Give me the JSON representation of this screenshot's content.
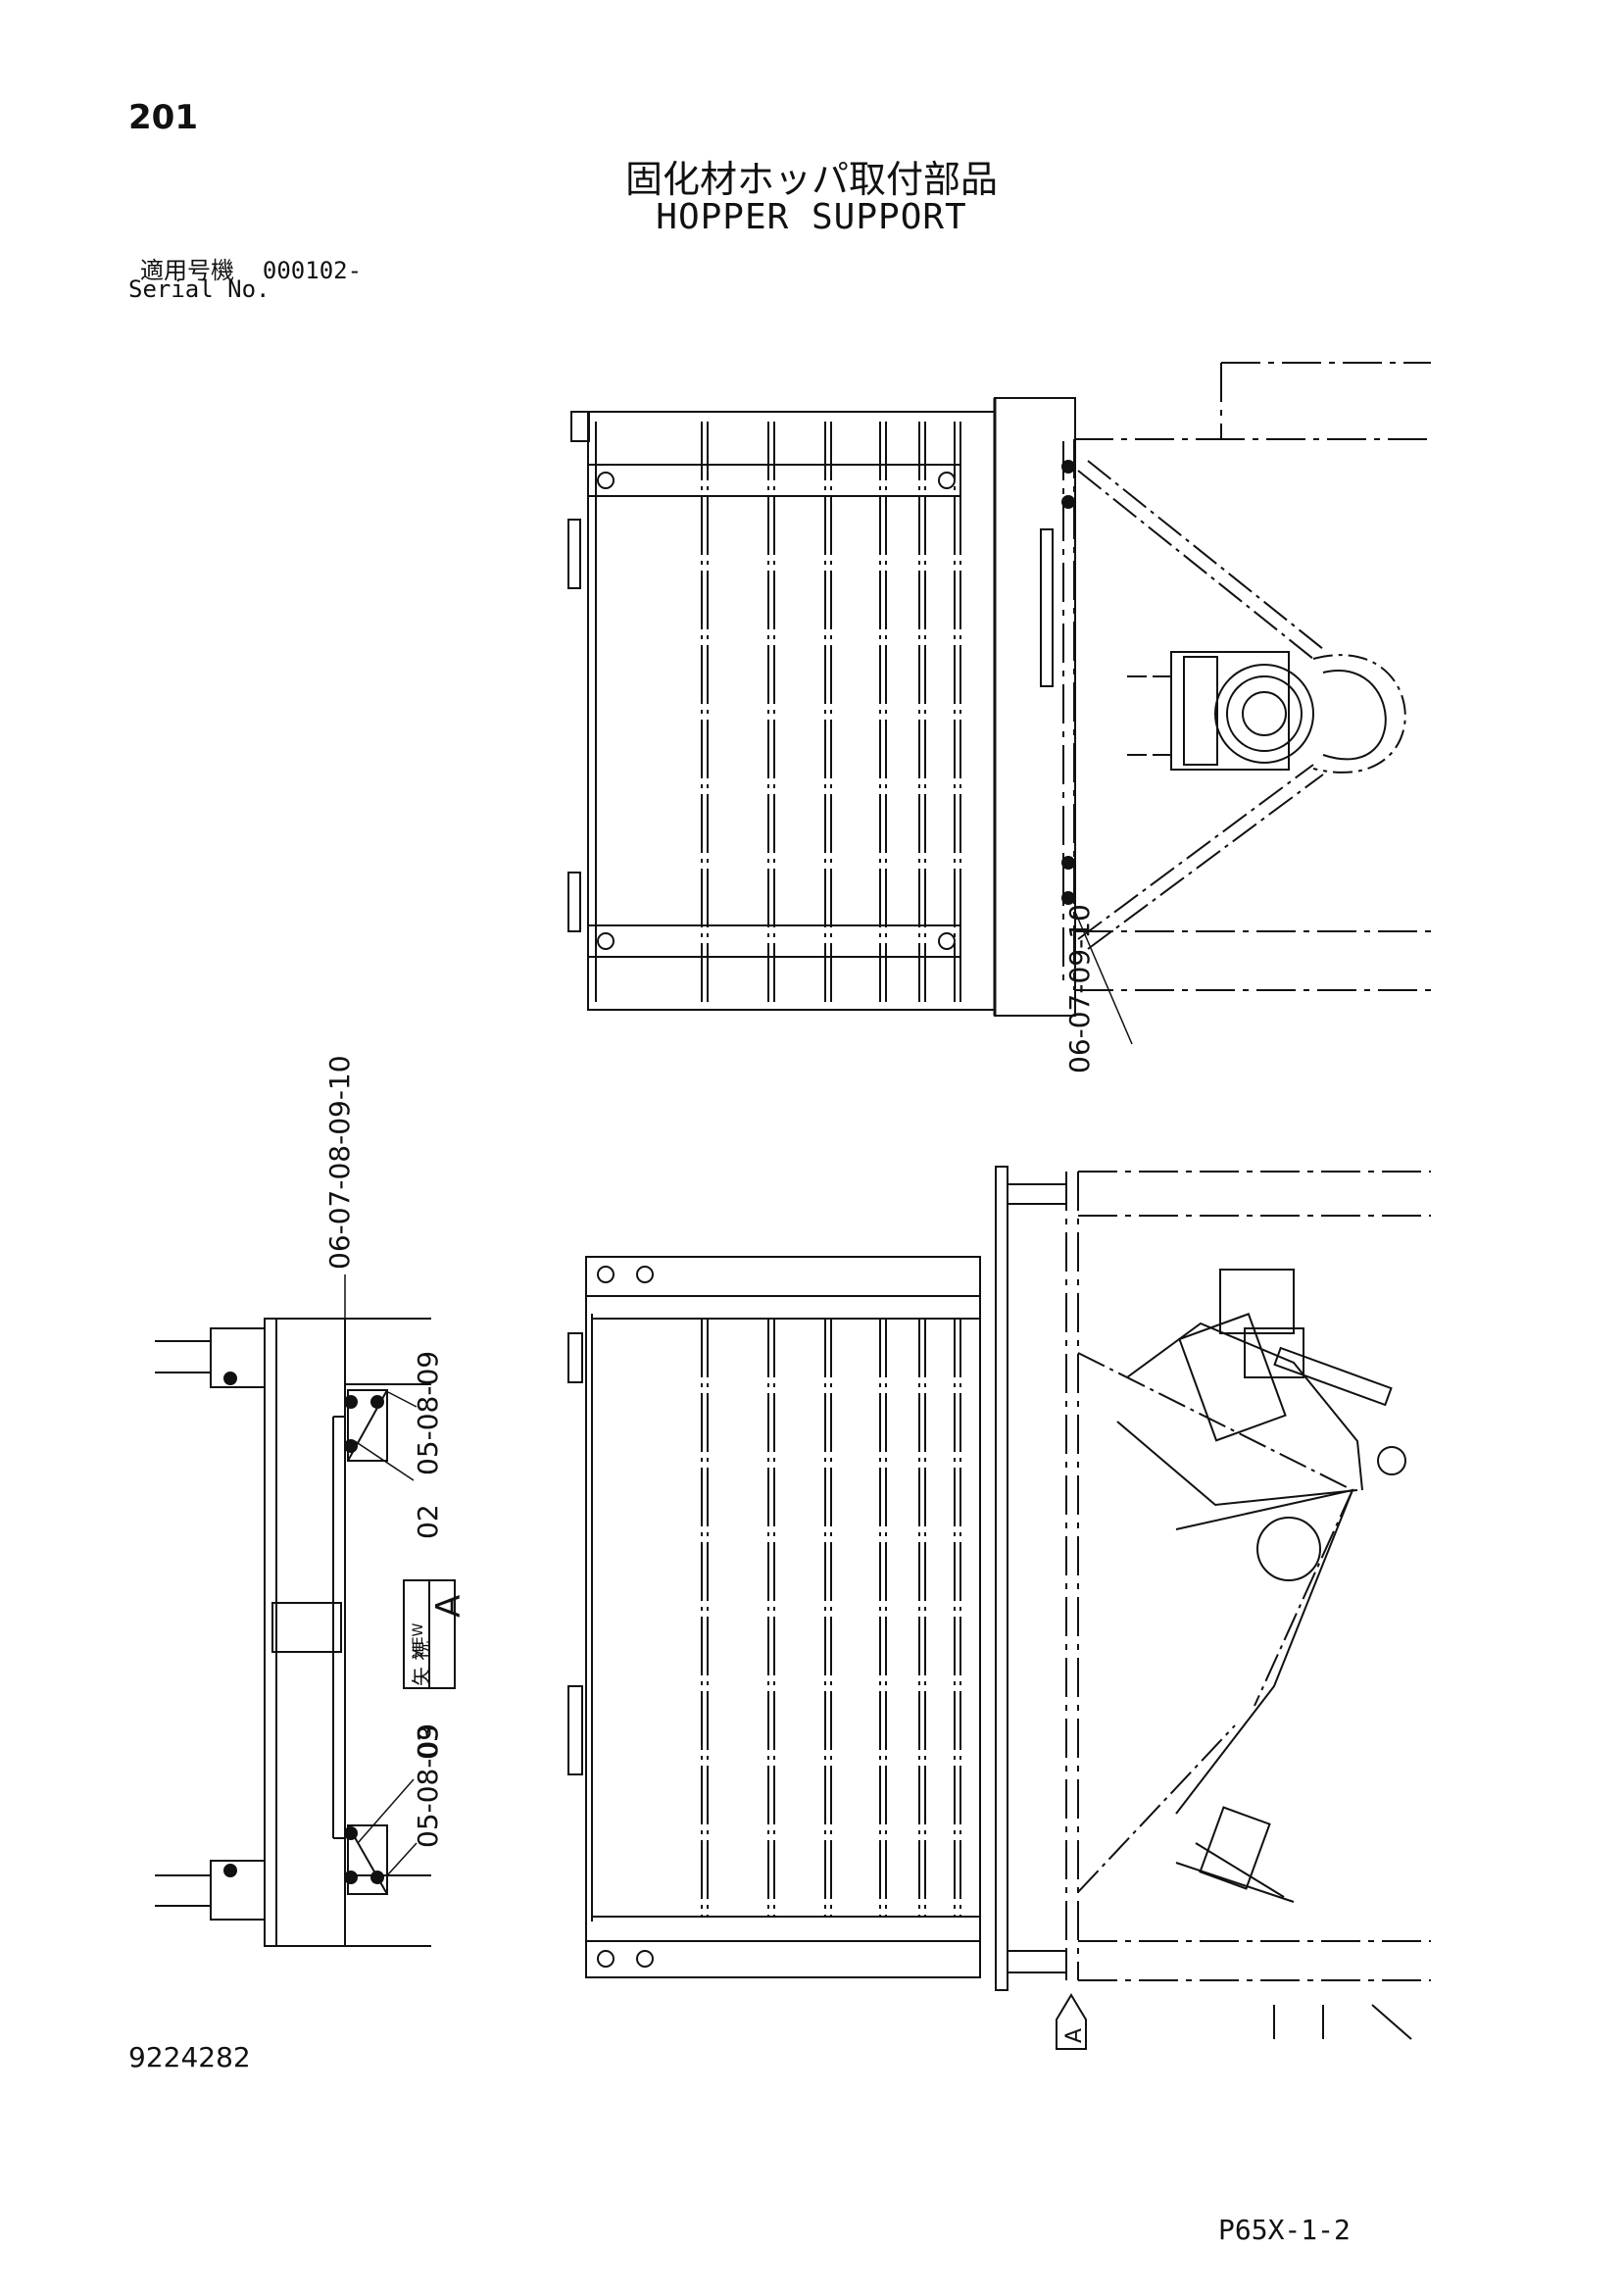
{
  "page_number": "201",
  "title_jp": "固化材ホッパ取付部品",
  "title_en": "HOPPER SUPPORT",
  "serial": {
    "label_jp": "適用号機",
    "value": "000102-",
    "label_en": "Serial No."
  },
  "top_view": {
    "callout": "06-07-09-10"
  },
  "view_a": {
    "callout_top": "06-07-08-09-10",
    "callout_upper_bracket": "05-08-09",
    "part_02": "02",
    "view_label_jp": "矢 視",
    "view_label_en": "VIEW",
    "view_letter": "A",
    "part_03": "03",
    "callout_lower_bracket": "05-08-09"
  },
  "side_view": {
    "arrow_letter": "A"
  },
  "doc_number": "9224282",
  "page_code": "P65X-1-2"
}
